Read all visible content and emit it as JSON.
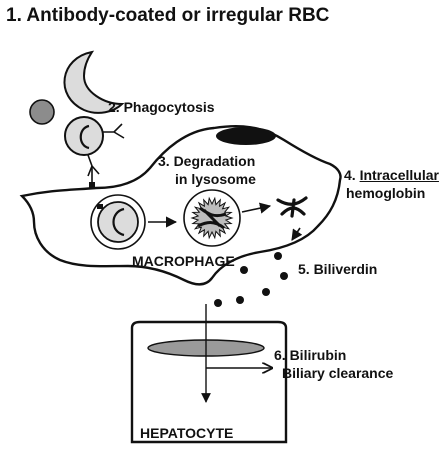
{
  "title": "1. Antibody-coated or irregular RBC",
  "labels": {
    "phagocytosis": "2. Phagocytosis",
    "degradation_line1": "3. Degradation",
    "degradation_line2": "in lysosome",
    "intracellular_prefix": "4. ",
    "intracellular_word": "Intracellular",
    "hemoglobin": "hemoglobin",
    "biliverdin": "5. Biliverdin",
    "macrophage": "MACROPHAGE",
    "bilirubin": "6. Bilirubin",
    "biliary_clearance": "Biliary clearance",
    "hepatocyte": "HEPATOCYTE"
  },
  "colors": {
    "ink": "#111111",
    "rbc_fill": "#dcdcdc",
    "free_rbc": "#8c8c8c",
    "nucleus": "#111111",
    "bilirubin_granule": "#9a9a9a",
    "lysosome_fill": "#a9a9a9",
    "biliverdin_dot": "#111111"
  }
}
